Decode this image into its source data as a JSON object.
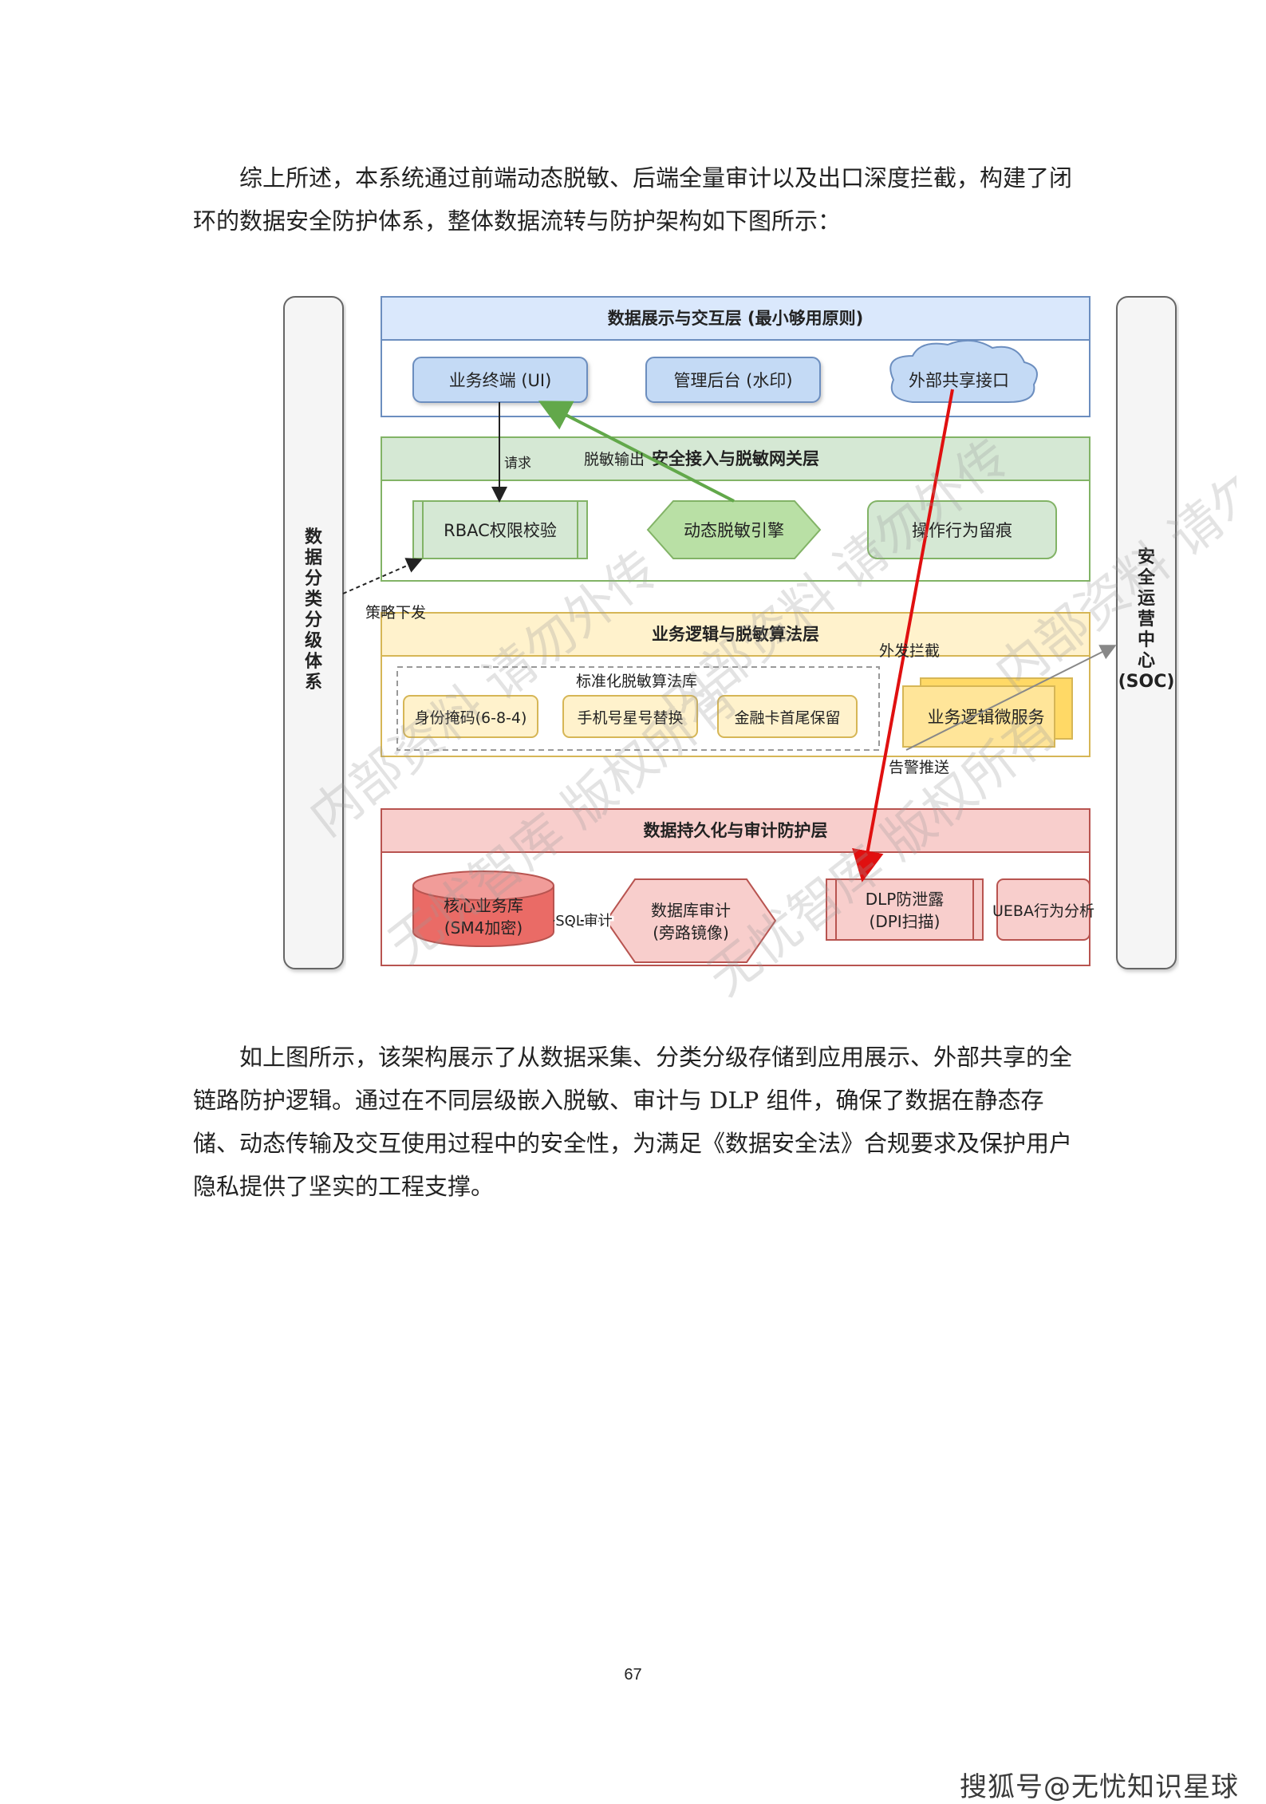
{
  "paragraphs": {
    "intro": "综上所述，本系统通过前端动态脱敏、后端全量审计以及出口深度拦截，构建了闭环的数据安全防护体系，整体数据流转与防护架构如下图所示：",
    "conclusion": "如上图所示，该架构展示了从数据采集、分类分级存储到应用展示、外部共享的全链路防护逻辑。通过在不同层级嵌入脱敏、审计与 DLP 组件，确保了数据在静态存储、动态传输及交互使用过程中的安全性，为满足《数据安全法》合规要求及保护用户隐私提供了坚实的工程支撑。"
  },
  "diagram": {
    "left_column": "数据分类分级体系",
    "right_column": "安全运营中心(SOC)",
    "layers": [
      {
        "title": "数据展示与交互层 (最小够用原则)",
        "color": "#dae8fc",
        "nodes": [
          "业务终端 (UI)",
          "管理后台 (水印)",
          "外部共享接口"
        ]
      },
      {
        "title": "安全接入与脱敏网关层",
        "color": "#d5e8d4",
        "nodes": [
          "RBAC权限校验",
          "动态脱敏引擎",
          "操作行为留痕"
        ]
      },
      {
        "title": "业务逻辑与脱敏算法层",
        "color": "#fff2cc",
        "library_title": "标准化脱敏算法库",
        "nodes": [
          "身份掩码(6-8-4)",
          "手机号星号替换",
          "金融卡首尾保留",
          "业务逻辑微服务"
        ]
      },
      {
        "title": "数据持久化与审计防护层",
        "color": "#f8cecc",
        "nodes": [
          "核心业务库",
          "(SM4加密)",
          "数据库审计",
          "(旁路镜像)",
          "DLP防泄露",
          "(DPI扫描)",
          "UEBA行为分析"
        ]
      }
    ],
    "edge_labels": {
      "request": "请求",
      "masked_output": "脱敏输出",
      "policy": "策略下发",
      "block": "外发拦截",
      "alert": "告警推送",
      "sql_audit": "SQL审计"
    },
    "watermark": {
      "lines": [
        "内部资料 请勿外传",
        "无忧智库 版权所有"
      ]
    }
  },
  "page_number": "67",
  "footer_watermark": "搜狐号@无忧知识星球"
}
